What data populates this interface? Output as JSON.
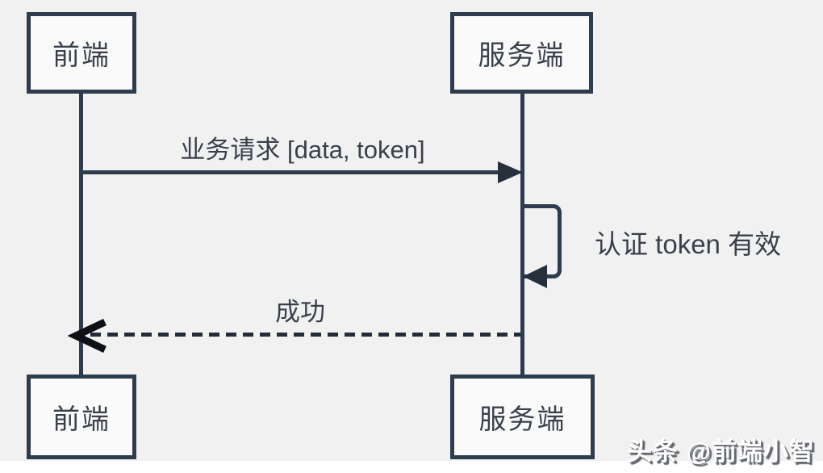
{
  "diagram": {
    "type": "sequence-diagram",
    "background_color": "#f1f1f2",
    "line_color": "#2e3c4e",
    "text_color": "#39404a",
    "arrowhead_color": "#26303d",
    "chevron_color": "#0d1115",
    "actors": {
      "frontend_top": {
        "label": "前端"
      },
      "server_top": {
        "label": "服务端"
      },
      "frontend_bottom": {
        "label": "前端"
      },
      "server_bottom": {
        "label": "服务端"
      }
    },
    "messages": {
      "request": {
        "label": "业务请求 [data, token]",
        "from": "前端",
        "to": "服务端",
        "style": "solid-arrow"
      },
      "self_call": {
        "label": "认证 token 有效",
        "from": "服务端",
        "to": "服务端",
        "style": "self-loop"
      },
      "response": {
        "label": "成功",
        "from": "服务端",
        "to": "前端",
        "style": "dashed-arrow"
      }
    },
    "watermark": {
      "text": "头条 @前端小智",
      "fill": "#ffffff",
      "shadow": "#63676d"
    }
  }
}
